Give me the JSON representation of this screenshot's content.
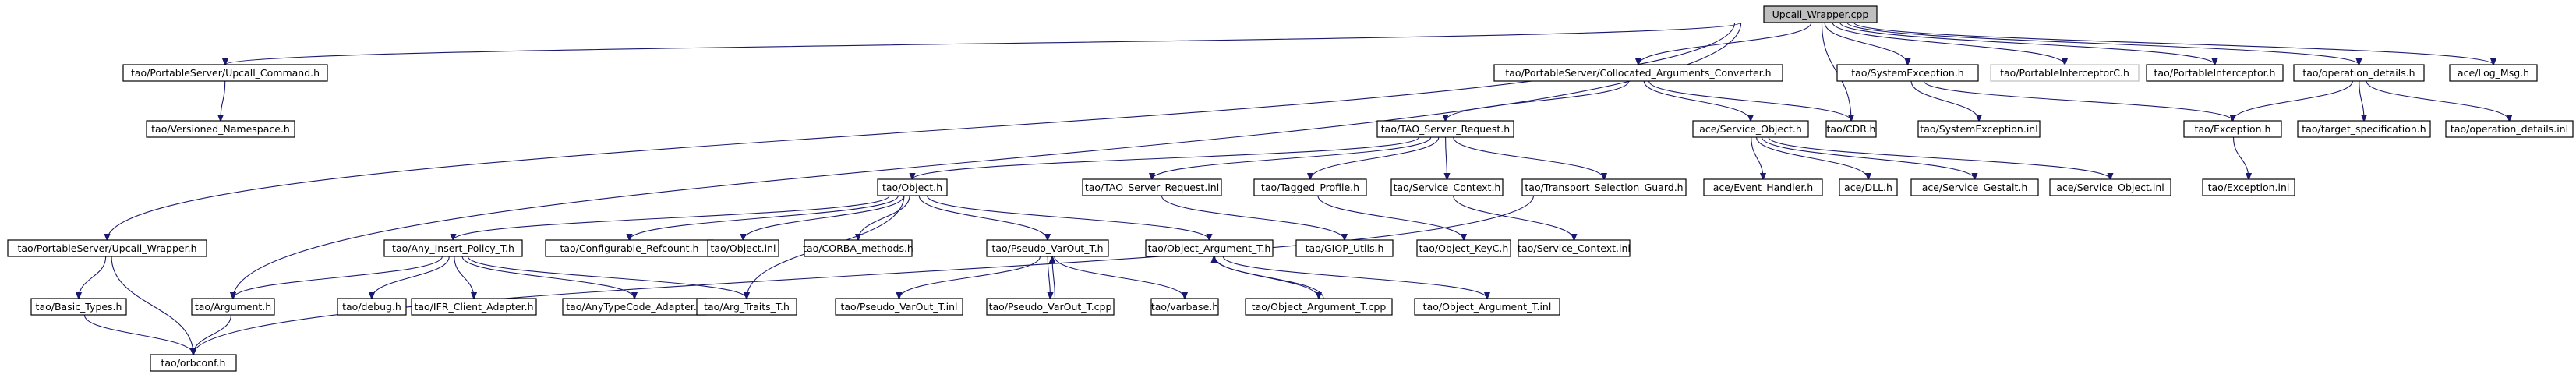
{
  "diagram": {
    "colors": {
      "edge": "#191970",
      "root_fill": "#bfbfbf",
      "node_fill": "#ffffff",
      "node_border": "#000000",
      "unresolved_border": "#bfbfbf"
    },
    "nodes": [
      {
        "id": "n0",
        "label": "Upcall_Wrapper.cpp",
        "root": true
      },
      {
        "id": "n1",
        "label": "tao/PortableServer/Upcall_Command.h"
      },
      {
        "id": "n2",
        "label": "tao/Versioned_Namespace.h"
      },
      {
        "id": "n3",
        "label": "tao/PortableServer/Collocated_Arguments_Converter.h"
      },
      {
        "id": "n4",
        "label": "tao/SystemException.h"
      },
      {
        "id": "n5",
        "label": "tao/PortableInterceptorC.h",
        "unresolved": true
      },
      {
        "id": "n6",
        "label": "tao/PortableInterceptor.h"
      },
      {
        "id": "n7",
        "label": "tao/operation_details.h"
      },
      {
        "id": "n8",
        "label": "ace/Log_Msg.h"
      },
      {
        "id": "n9",
        "label": "tao/TAO_Server_Request.h"
      },
      {
        "id": "n10",
        "label": "ace/Service_Object.h"
      },
      {
        "id": "n11",
        "label": "tao/CDR.h"
      },
      {
        "id": "n12",
        "label": "tao/SystemException.inl"
      },
      {
        "id": "n13",
        "label": "tao/Exception.h"
      },
      {
        "id": "n14",
        "label": "tao/target_specification.h"
      },
      {
        "id": "n15",
        "label": "tao/operation_details.inl"
      },
      {
        "id": "n16",
        "label": "tao/Object.h"
      },
      {
        "id": "n17",
        "label": "tao/TAO_Server_Request.inl"
      },
      {
        "id": "n18",
        "label": "tao/Tagged_Profile.h"
      },
      {
        "id": "n19",
        "label": "tao/Service_Context.h"
      },
      {
        "id": "n20",
        "label": "tao/Transport_Selection_Guard.h"
      },
      {
        "id": "n21",
        "label": "ace/Event_Handler.h"
      },
      {
        "id": "n22",
        "label": "ace/DLL.h"
      },
      {
        "id": "n23",
        "label": "ace/Service_Gestalt.h"
      },
      {
        "id": "n24",
        "label": "ace/Service_Object.inl"
      },
      {
        "id": "n25",
        "label": "tao/Exception.inl"
      },
      {
        "id": "n26",
        "label": "tao/PortableServer/Upcall_Wrapper.h"
      },
      {
        "id": "n27",
        "label": "tao/Any_Insert_Policy_T.h"
      },
      {
        "id": "n28",
        "label": "tao/Configurable_Refcount.h"
      },
      {
        "id": "n29",
        "label": "tao/Object.inl"
      },
      {
        "id": "n30",
        "label": "tao/CORBA_methods.h"
      },
      {
        "id": "n31",
        "label": "tao/Pseudo_VarOut_T.h"
      },
      {
        "id": "n32",
        "label": "tao/Object_Argument_T.h"
      },
      {
        "id": "n33",
        "label": "tao/GIOP_Utils.h"
      },
      {
        "id": "n34",
        "label": "tao/Object_KeyC.h"
      },
      {
        "id": "n35",
        "label": "tao/Service_Context.inl"
      },
      {
        "id": "n36",
        "label": "tao/Basic_Types.h"
      },
      {
        "id": "n37",
        "label": "tao/Argument.h"
      },
      {
        "id": "n38",
        "label": "tao/debug.h"
      },
      {
        "id": "n39",
        "label": "tao/IFR_Client_Adapter.h"
      },
      {
        "id": "n40",
        "label": "tao/AnyTypeCode_Adapter.h"
      },
      {
        "id": "n41",
        "label": "tao/Arg_Traits_T.h"
      },
      {
        "id": "n42",
        "label": "tao/Pseudo_VarOut_T.inl"
      },
      {
        "id": "n43",
        "label": "tao/Pseudo_VarOut_T.cpp"
      },
      {
        "id": "n44",
        "label": "tao/varbase.h"
      },
      {
        "id": "n45",
        "label": "tao/Object_Argument_T.cpp"
      },
      {
        "id": "n46",
        "label": "tao/Object_Argument_T.inl"
      },
      {
        "id": "n47",
        "label": "tao/orbconf.h"
      }
    ],
    "edges": [
      [
        "n0",
        "n1"
      ],
      [
        "n0",
        "n3"
      ],
      [
        "n0",
        "n4"
      ],
      [
        "n0",
        "n5"
      ],
      [
        "n0",
        "n6"
      ],
      [
        "n0",
        "n7"
      ],
      [
        "n0",
        "n8"
      ],
      [
        "n0",
        "n11"
      ],
      [
        "n0",
        "n26"
      ],
      [
        "n0",
        "n37"
      ],
      [
        "n1",
        "n2"
      ],
      [
        "n3",
        "n9"
      ],
      [
        "n3",
        "n10"
      ],
      [
        "n3",
        "n11"
      ],
      [
        "n4",
        "n12"
      ],
      [
        "n4",
        "n13"
      ],
      [
        "n7",
        "n13"
      ],
      [
        "n7",
        "n14"
      ],
      [
        "n7",
        "n15"
      ],
      [
        "n9",
        "n16"
      ],
      [
        "n9",
        "n17"
      ],
      [
        "n9",
        "n18"
      ],
      [
        "n9",
        "n19"
      ],
      [
        "n9",
        "n20"
      ],
      [
        "n10",
        "n21"
      ],
      [
        "n10",
        "n22"
      ],
      [
        "n10",
        "n23"
      ],
      [
        "n10",
        "n24"
      ],
      [
        "n13",
        "n25"
      ],
      [
        "n16",
        "n27"
      ],
      [
        "n16",
        "n28"
      ],
      [
        "n16",
        "n29"
      ],
      [
        "n16",
        "n30"
      ],
      [
        "n16",
        "n31"
      ],
      [
        "n16",
        "n32"
      ],
      [
        "n16",
        "n41"
      ],
      [
        "n17",
        "n33"
      ],
      [
        "n18",
        "n34"
      ],
      [
        "n19",
        "n35"
      ],
      [
        "n20",
        "n47"
      ],
      [
        "n26",
        "n36"
      ],
      [
        "n26",
        "n47"
      ],
      [
        "n27",
        "n37"
      ],
      [
        "n27",
        "n38"
      ],
      [
        "n27",
        "n39"
      ],
      [
        "n27",
        "n40"
      ],
      [
        "n27",
        "n41"
      ],
      [
        "n31",
        "n42"
      ],
      [
        "n31",
        "n43"
      ],
      [
        "n31",
        "n44"
      ],
      [
        "n43",
        "n31"
      ],
      [
        "n32",
        "n45"
      ],
      [
        "n32",
        "n46"
      ],
      [
        "n45",
        "n32"
      ],
      [
        "n36",
        "n47"
      ],
      [
        "n37",
        "n47"
      ]
    ]
  }
}
